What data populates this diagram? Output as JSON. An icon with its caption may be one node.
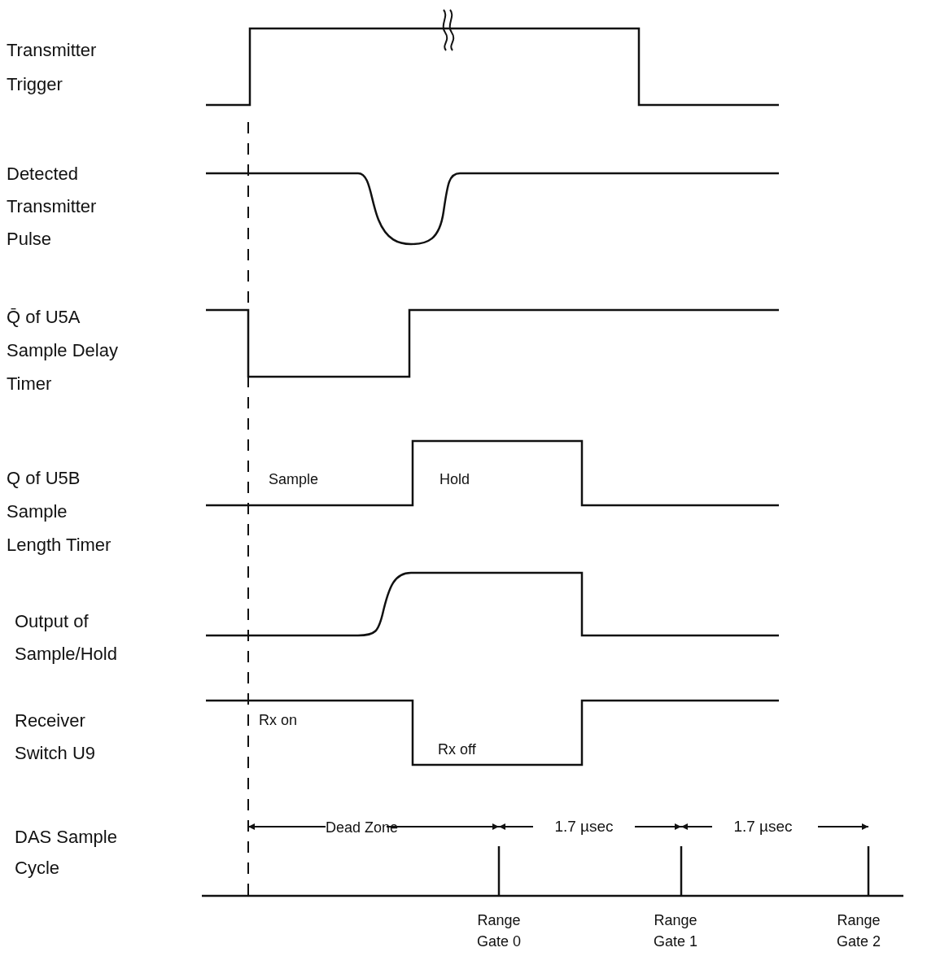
{
  "diagram": {
    "labels": [
      "Transmitter Trigger",
      "Detected Transmitter Pulse",
      "Q̄ of U5A Sample Delay Timer",
      "Q of U5B Sample Length Timer",
      "Sample",
      "Hold",
      "Output of Sample/Hold",
      "Receiver Switch U9",
      "Rx on",
      "Rx off",
      "DAS Sample Cycle",
      "Dead Zone",
      "1.7 µsec",
      "1.7 µsec",
      "Range Gate 0",
      "Range Gate 1",
      "Range Gate 2"
    ]
  }
}
